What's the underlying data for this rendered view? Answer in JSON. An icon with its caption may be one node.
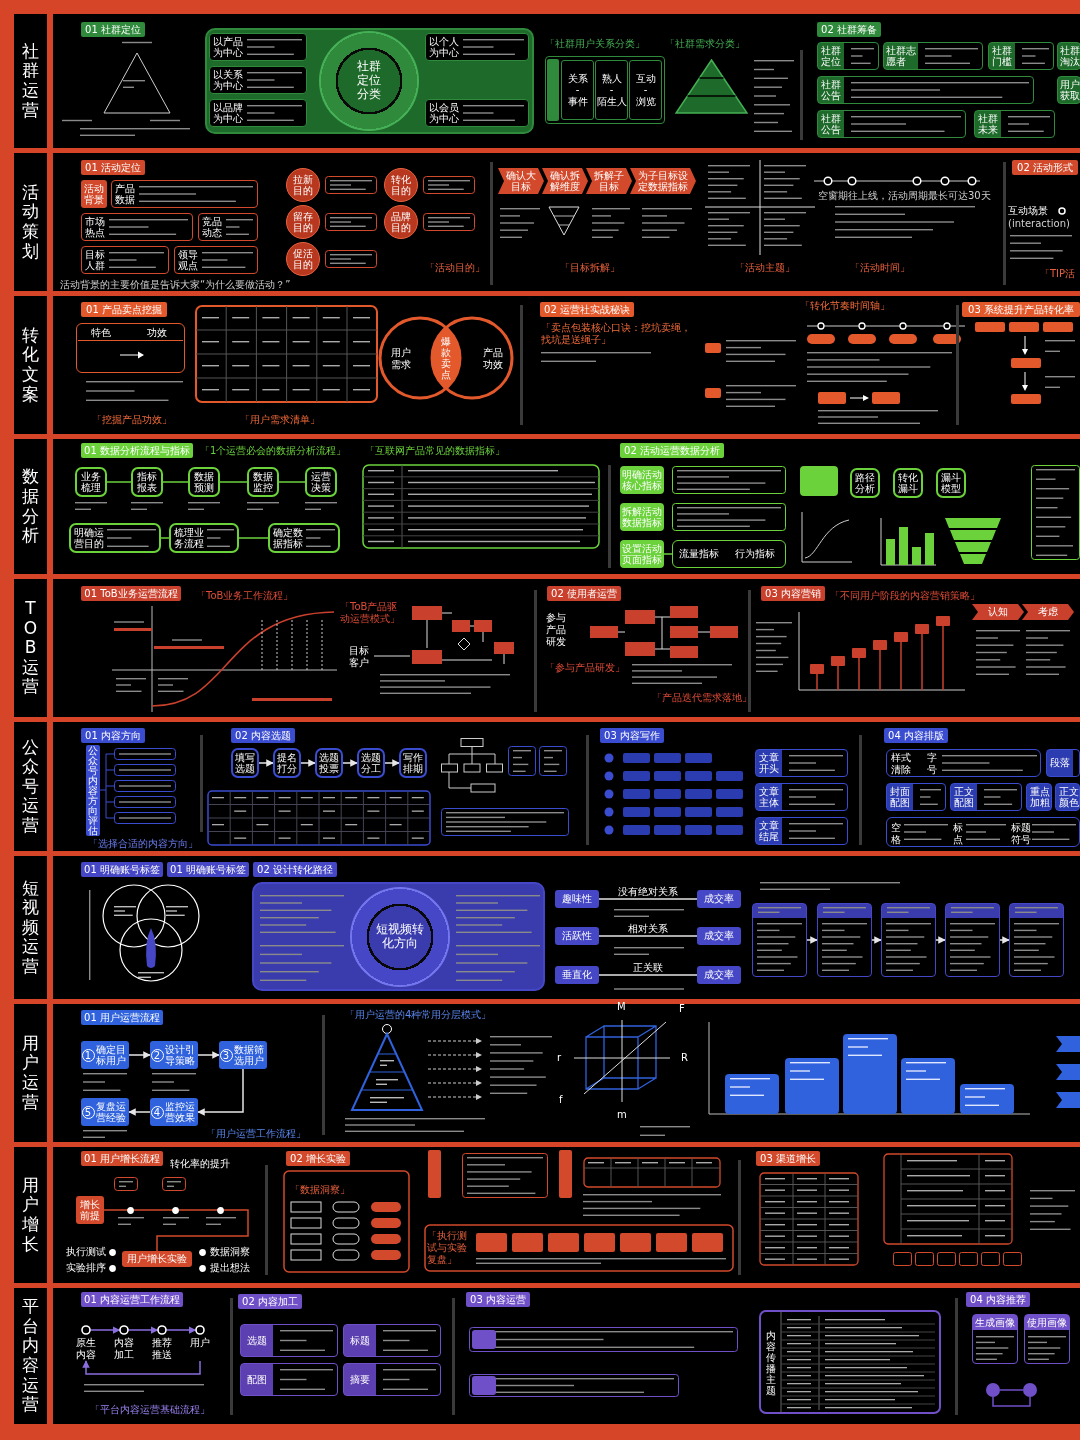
{
  "diagram": {
    "nodes": [
      {
        "text": [
          "社群运营"
        ]
      },
      {
        "text": [
          "01 社群定位"
        ]
      },
      {
        "text": [],
        "shape": "box"
      },
      {
        "text": [
          "以产品为中心"
        ],
        "in": 2
      },
      {
        "text": [
          "以关系为中心"
        ],
        "in": 2
      },
      {
        "text": [
          "以品牌为中心"
        ],
        "in": 2
      },
      {
        "text": [
          "社群定位分类"
        ],
        "in": 2
      },
      {
        "text": [
          "以个人为中心"
        ],
        "in": 2
      },
      {
        "text": [
          "以会员为中心"
        ],
        "in": 2
      },
      {
        "text": [],
        "shape": "box"
      },
      {
        "text": [
          "关系",
          "-",
          "事件"
        ],
        "in": 9
      },
      {
        "text": [
          "熟人",
          "-",
          "陌生人"
        ],
        "in": 9
      },
      {
        "text": [
          "互动",
          "-",
          "浏览"
        ],
        "in": 9
      },
      {
        "text": [
          "02 社群筹备"
        ]
      },
      {
        "text": [
          "社群定位"
        ]
      },
      {
        "text": [
          "社群志愿者"
        ]
      },
      {
        "text": [
          "社群门槛"
        ]
      },
      {
        "text": [
          "社群淘汰"
        ]
      },
      {
        "text": [
          "社群公告"
        ]
      },
      {
        "text": [
          "用户获取"
        ]
      },
      {
        "text": [
          "社群公告"
        ]
      },
      {
        "text": [
          "社群未来"
        ]
      },
      {
        "text": [
          "活动策划"
        ]
      },
      {
        "text": [
          "01 活动定位"
        ]
      },
      {
        "text": [
          "活动背景"
        ]
      },
      {
        "text": [
          "产品数据"
        ]
      },
      {
        "text": [
          "市场热点"
        ]
      },
      {
        "text": [
          "竞品动态"
        ]
      },
      {
        "text": [
          "目标人群"
        ]
      },
      {
        "text": [
          "领导观点"
        ]
      },
      {
        "text": [
          "拉新目的"
        ]
      },
      {
        "text": [
          "转化目的"
        ]
      },
      {
        "text": [
          "留存目的"
        ]
      },
      {
        "text": [
          "品牌目的"
        ]
      },
      {
        "text": [
          "促活目的"
        ]
      },
      {
        "text": [
          "确认大目标"
        ]
      },
      {
        "text": [
          "确认拆解维度"
        ]
      },
      {
        "text": [
          "拆解子目标"
        ]
      },
      {
        "text": [
          "为子目标设定数据指标"
        ]
      },
      {
        "text": [
          "02 活动形式"
        ]
      },
      {
        "text": [
          "转化文案"
        ]
      },
      {
        "text": [
          "01 产品卖点挖掘"
        ]
      },
      {
        "text": [
          "特色",
          "功效"
        ]
      },
      {
        "text": [
          "02 运营社实战秘诀"
        ]
      },
      {
        "text": [
          "03 系统提升产品转化率"
        ]
      },
      {
        "text": [
          "数据分析"
        ]
      },
      {
        "text": [
          "01 数据分析流程与指标"
        ]
      },
      {
        "text": [
          "业务梳理"
        ]
      },
      {
        "text": [
          "指标报表"
        ]
      },
      {
        "text": [
          "数据预测"
        ]
      },
      {
        "text": [
          "数据监控"
        ]
      },
      {
        "text": [
          "运营决策"
        ]
      },
      {
        "text": [
          "明确运营目的"
        ]
      },
      {
        "text": [
          "梳理业务流程"
        ]
      },
      {
        "text": [
          "确定数据指标"
        ]
      },
      {
        "text": [
          "02 活动运营数据分析"
        ]
      },
      {
        "text": [
          "明确活动核心指标"
        ]
      },
      {
        "text": [
          "拆解活动数据指标"
        ]
      },
      {
        "text": [
          "设置活动页面指标"
        ]
      },
      {
        "text": [
          "流量指标",
          "行为指标"
        ]
      },
      {
        "text": [
          "路径分析"
        ]
      },
      {
        "text": [
          "转化漏斗"
        ]
      },
      {
        "text": [
          "漏斗模型"
        ]
      },
      {
        "text": [
          "TO B运营"
        ]
      },
      {
        "text": [
          "01 ToB业务运营流程"
        ]
      },
      {
        "text": [
          "02 使用者运营"
        ]
      },
      {
        "text": [
          "03 内容营销"
        ]
      },
      {
        "text": [
          "认知"
        ]
      },
      {
        "text": [
          "考虑"
        ]
      },
      {
        "text": [
          "公众号运营"
        ]
      },
      {
        "text": [
          "01 内容方向"
        ]
      },
      {
        "text": [
          "公众号内容方向评估"
        ]
      },
      {
        "text": [
          "02 内容选题"
        ]
      },
      {
        "text": [
          "填写选题"
        ]
      },
      {
        "text": [
          "提名打分"
        ]
      },
      {
        "text": [
          "选题投票"
        ]
      },
      {
        "text": [
          "选题分工"
        ]
      },
      {
        "text": [
          "写作排期"
        ]
      },
      {
        "text": [
          "03 内容写作"
        ]
      },
      {
        "text": [
          "文章开头"
        ]
      },
      {
        "text": [
          "文章主体"
        ]
      },
      {
        "text": [
          "文章结尾"
        ]
      },
      {
        "text": [
          "04 内容排版"
        ]
      },
      {
        "text": [
          "样式清除",
          "字号"
        ]
      },
      {
        "text": [
          "段落"
        ]
      },
      {
        "text": [
          "封面配图"
        ]
      },
      {
        "text": [
          "正文配图"
        ]
      },
      {
        "text": [
          "重点加粗"
        ]
      },
      {
        "text": [
          "正文颜色"
        ]
      },
      {
        "text": [
          "空格",
          "标点",
          "标题符号"
        ]
      },
      {
        "text": [
          "短视频运营"
        ]
      },
      {
        "text": [
          "01 明确账号标签"
        ]
      },
      {
        "text": [
          "01 明确账号标签"
        ]
      },
      {
        "text": [
          "02 设计转化路径"
        ]
      },
      {
        "text": [],
        "shape": "box"
      },
      {
        "text": [
          "短视频转化方向"
        ],
        "in": 94
      },
      {
        "text": [
          "趣味性"
        ]
      },
      {
        "text": [
          "成交率"
        ]
      },
      {
        "text": [
          "活跃性"
        ]
      },
      {
        "text": [
          "成交率"
        ]
      },
      {
        "text": [
          "垂直化"
        ]
      },
      {
        "text": [
          "成交率"
        ]
      },
      {
        "text": [],
        "shape": "box"
      },
      {
        "text": [],
        "shape": "box"
      },
      {
        "text": [],
        "shape": "box"
      },
      {
        "text": [],
        "shape": "box"
      },
      {
        "text": [],
        "shape": "box"
      },
      {
        "text": [
          "用户运营"
        ]
      },
      {
        "text": [
          "01 用户运营流程"
        ]
      },
      {
        "text": [
          "确定目标用户"
        ]
      },
      {
        "text": [
          "设计引导策略"
        ]
      },
      {
        "text": [
          "数据筛选用户"
        ]
      },
      {
        "text": [
          "监控运营效果"
        ]
      },
      {
        "text": [
          "复盘运营经验"
        ]
      },
      {
        "text": [
          "用户增长"
        ]
      },
      {
        "text": [
          "01 用户增长流程"
        ]
      },
      {
        "text": [
          "增长前提"
        ]
      },
      {
        "text": [
          "用户增长实验"
        ]
      },
      {
        "text": [
          "02 增长实验"
        ]
      },
      {
        "text": [
          "03 渠道增长"
        ]
      },
      {
        "text": [
          "平台内容运营"
        ]
      },
      {
        "text": [
          "01 内容运营工作流程"
        ]
      },
      {
        "text": [],
        "shape": "circle",
        "beside": [
          "原生内容"
        ]
      },
      {
        "text": [],
        "shape": "circle",
        "beside": [
          "内容加工"
        ]
      },
      {
        "text": [],
        "shape": "circle",
        "beside": [
          "推荐推送"
        ]
      },
      {
        "text": [],
        "shape": "circle",
        "beside": [
          "用户"
        ]
      },
      {
        "text": [
          "02 内容加工"
        ]
      },
      {
        "text": [
          "选题"
        ]
      },
      {
        "text": [
          "标题"
        ]
      },
      {
        "text": [
          "配图"
        ]
      },
      {
        "text": [
          "摘要"
        ]
      },
      {
        "text": [
          "03 内容运营"
        ]
      },
      {
        "text": [
          "04 内容推荐"
        ]
      },
      {
        "text": [
          "生成画像"
        ]
      },
      {
        "text": [
          "使用画像"
        ]
      }
    ],
    "edges": [
      {
        "from": 47,
        "to": 48,
        "arrow": "none",
        "color": "#6bd23c"
      },
      {
        "from": 48,
        "to": 49,
        "arrow": "none",
        "color": "#6bd23c"
      },
      {
        "from": 49,
        "to": 50,
        "arrow": "none",
        "color": "#6bd23c"
      },
      {
        "from": 50,
        "to": 51,
        "arrow": "none",
        "color": "#6bd23c"
      },
      {
        "from": 52,
        "to": 53,
        "arrow": "none",
        "color": "#6bd23c"
      },
      {
        "from": 53,
        "to": 54,
        "arrow": "none",
        "color": "#6bd23c"
      },
      {
        "from": 58,
        "to": 59,
        "arrow": "none",
        "color": "#6bd23c"
      },
      {
        "from": 73,
        "to": 74,
        "arrow": "to"
      },
      {
        "from": 74,
        "to": 75,
        "arrow": "to"
      },
      {
        "from": 75,
        "to": 76,
        "arrow": "to"
      },
      {
        "from": 76,
        "to": 77,
        "arrow": "to"
      },
      {
        "from": 96,
        "to": 97,
        "arrow": "none",
        "label": "没有绝对关系"
      },
      {
        "from": 98,
        "to": 99,
        "arrow": "none",
        "label": "相对关系"
      },
      {
        "from": 100,
        "to": 101,
        "arrow": "none",
        "label": "正关联"
      },
      {
        "from": 102,
        "to": 103,
        "arrow": "to"
      },
      {
        "from": 103,
        "to": 104,
        "arrow": "to"
      },
      {
        "from": 104,
        "to": 105,
        "arrow": "to"
      },
      {
        "from": 105,
        "to": 106,
        "arrow": "to"
      },
      {
        "from": 109,
        "to": 110,
        "arrow": "to"
      },
      {
        "from": 110,
        "to": 111,
        "arrow": "to"
      },
      {
        "from": 111,
        "to": 112,
        "arrow": "to"
      },
      {
        "from": 112,
        "to": 113,
        "arrow": "to"
      },
      {
        "from": 116,
        "to": 117,
        "arrow": "none",
        "color": "#d24a2b"
      },
      {
        "from": 122,
        "to": 123,
        "arrow": "to",
        "color": "#8a6ee0"
      },
      {
        "from": 123,
        "to": 124,
        "arrow": "to",
        "color": "#8a6ee0"
      },
      {
        "from": 124,
        "to": 125,
        "arrow": "to",
        "color": "#8a6ee0"
      },
      {
        "from": 125,
        "to": 122,
        "arrow": "to",
        "color": "#8a6ee0"
      }
    ],
    "labels": [
      "「社群用户关系分类」",
      "「社群需求分类」",
      "活动背景的主要价值是告诉大家“为什么要做活动？”",
      "「活动目的」",
      "「目标拆解」",
      "「活动主题」",
      "空窗期往上线，活动周期最长可达30天",
      "「活动时间」",
      "互动场景",
      "(interaction)",
      "「TIP活",
      "「挖掘产品功效」",
      "「用户需求清单」",
      "用户需求",
      "爆款卖点",
      "产品功效",
      "「卖点包装核心口诀：挖坑卖绳，找坑是送绳子」",
      "「转化节奏时间轴」",
      "「1个运营必会的数据分析流程」",
      "「互联网产品常见的数据指标」",
      "「ToB业务工作流程」",
      "「ToB产品驱动运营模式」",
      "目标客户",
      "参与产品研发",
      "「参与产品研发」",
      "「产品迭代需求落地」",
      "「不同用户阶段的内容营销策略」",
      "「选择合适的内容方向」",
      "1",
      "2",
      "3",
      "5",
      "4",
      "「用户运营工作流程」",
      "「用户运营的4种常用分层模式」",
      "M",
      "F",
      "r",
      "R",
      "f",
      "m",
      "转化率的提升",
      "执行测试",
      "实验排序",
      "数据洞察",
      "提出想法",
      "「数据洞察」",
      "「执行测试与实验复盘」",
      "「平台内容运营基础流程」",
      "内容传播主题"
    ]
  }
}
